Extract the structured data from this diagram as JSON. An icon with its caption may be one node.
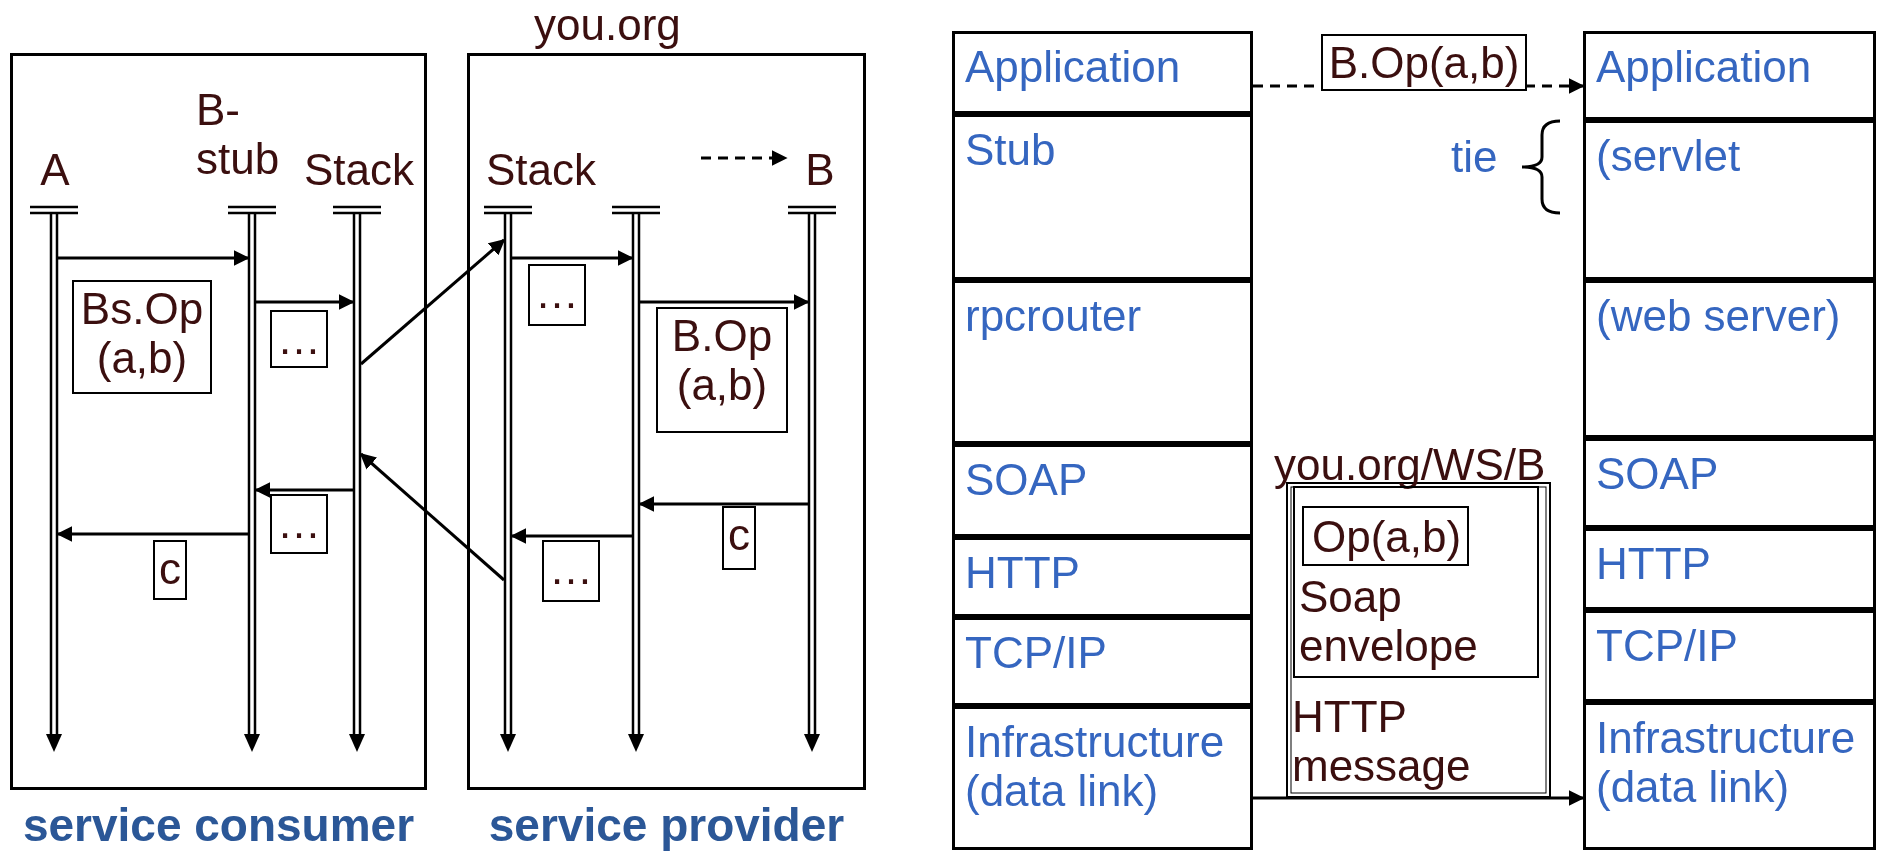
{
  "diagram": {
    "nodes": [
      {
        "text": [
          "service consumer"
        ]
      },
      {
        "text": [
          "service provider"
        ],
        "beside": [
          "you.org"
        ]
      },
      {
        "text": [
          "A"
        ],
        "in": 0
      },
      {
        "text": [
          "B- stub"
        ],
        "in": 0
      },
      {
        "text": [
          "Stack"
        ],
        "in": 0
      },
      {
        "text": [
          "Stack"
        ],
        "in": 1
      },
      {
        "text": [],
        "shape": "bar",
        "in": 1
      },
      {
        "text": [
          "B"
        ],
        "in": 1
      },
      {
        "text": [
          "Application"
        ]
      },
      {
        "text": [
          "Stub"
        ]
      },
      {
        "text": [
          "rpcrouter"
        ]
      },
      {
        "text": [
          "SOAP"
        ]
      },
      {
        "text": [
          "HTTP"
        ]
      },
      {
        "text": [
          "TCP/IP"
        ]
      },
      {
        "text": [
          "Infrastructure (data link)"
        ]
      },
      {
        "text": [
          "you.org/WS/B",
          "HTTP message"
        ]
      },
      {
        "text": [
          "Soap envelope"
        ],
        "in": 15
      },
      {
        "text": [
          "Op(a,b)"
        ],
        "in": 16
      },
      {
        "text": [
          "Application"
        ]
      },
      {
        "text": [
          "(servlet"
        ],
        "beside": [
          "tie"
        ]
      },
      {
        "text": [
          "(web server)"
        ]
      },
      {
        "text": [
          "SOAP"
        ]
      },
      {
        "text": [
          "HTTP"
        ]
      },
      {
        "text": [
          "TCP/IP"
        ]
      },
      {
        "text": [
          "Infrastructure (data link)"
        ]
      }
    ],
    "edges": [
      {
        "from": 2,
        "to": 3,
        "arrow": "to",
        "label": "Bs.Op (a,b)"
      },
      {
        "from": 3,
        "to": 4,
        "arrow": "to",
        "label": "…"
      },
      {
        "from": 4,
        "to": 5,
        "arrow": "to"
      },
      {
        "from": 5,
        "to": 6,
        "arrow": "to",
        "label": "…"
      },
      {
        "from": 6,
        "to": 7,
        "arrow": "to",
        "label": "B.Op (a,b)"
      },
      {
        "from": 7,
        "to": 6,
        "arrow": "to",
        "label": "c"
      },
      {
        "from": 6,
        "to": 5,
        "arrow": "to",
        "label": "…"
      },
      {
        "from": 5,
        "to": 4,
        "arrow": "to"
      },
      {
        "from": 4,
        "to": 3,
        "arrow": "to",
        "label": "…"
      },
      {
        "from": 3,
        "to": 2,
        "arrow": "to",
        "label": "c"
      },
      {
        "from": 6,
        "to": 7,
        "arrow": "to",
        "style": "dashed"
      },
      {
        "from": 8,
        "to": 18,
        "arrow": "to",
        "style": "dashed",
        "label": "B.Op(a,b)"
      },
      {
        "from": 14,
        "to": 24,
        "arrow": "to"
      }
    ]
  }
}
